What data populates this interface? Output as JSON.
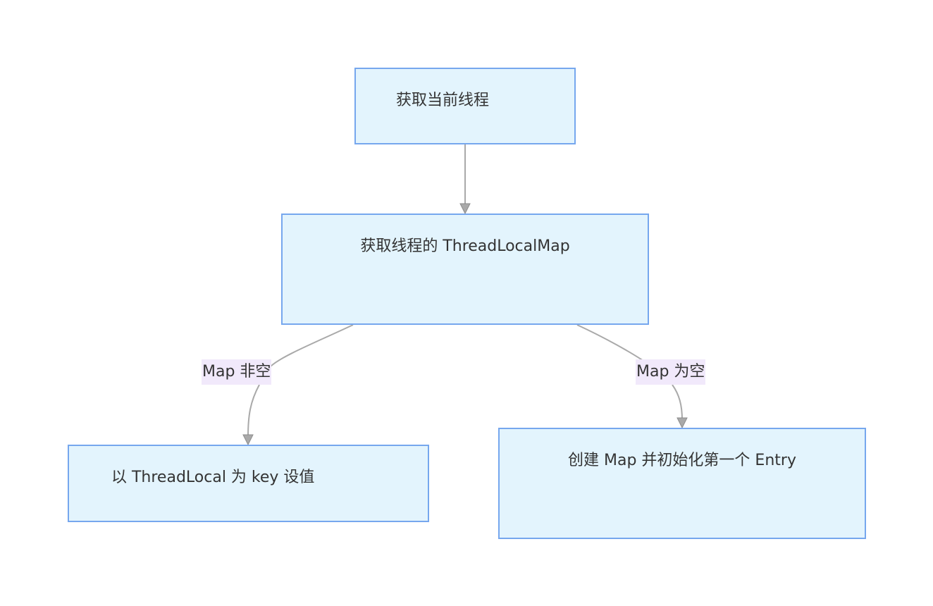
{
  "diagram": {
    "type": "flowchart",
    "direction": "top-down",
    "colors": {
      "node_fill": "#e3f4fd",
      "node_border": "#76a7ee",
      "edge": "#a9a9a9",
      "edge_label_bg": "#f1e9fb",
      "text": "#333333"
    },
    "nodes": [
      {
        "id": "get-current-thread",
        "label": "获取当前线程"
      },
      {
        "id": "get-thread-map",
        "label": "获取线程的 ThreadLocalMap"
      },
      {
        "id": "set-value",
        "label": "以 ThreadLocal 为 key 设值"
      },
      {
        "id": "create-map",
        "label": "创建 Map 并初始化第一个 Entry"
      }
    ],
    "edges": [
      {
        "from": "get-current-thread",
        "to": "get-thread-map",
        "label": ""
      },
      {
        "from": "get-thread-map",
        "to": "set-value",
        "label": "Map 非空"
      },
      {
        "from": "get-thread-map",
        "to": "create-map",
        "label": "Map 为空"
      }
    ]
  }
}
